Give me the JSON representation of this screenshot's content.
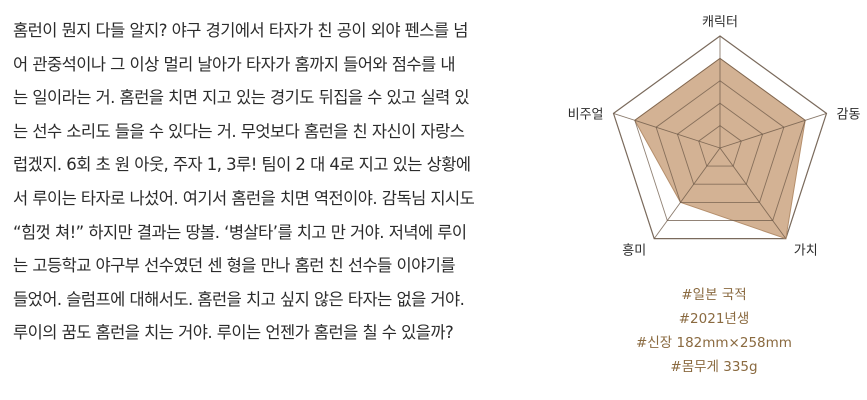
{
  "article": {
    "lines": [
      "홈런이 뭔지 다들 알지? 야구 경기에서 타자가 친 공이 외야 펜스를 넘",
      "어 관중석이나 그 이상 멀리 날아가 타자가 홈까지 들어와 점수를 내",
      "는 일이라는 거. 홈런을 치면 지고 있는 경기도 뒤집을 수 있고 실력 있",
      "는 선수 소리도 들을 수 있다는 거. 무엇보다 홈런을 친 자신이 자랑스",
      "럽겠지. 6회 초 원 아웃, 주자 1, 3루! 팀이 2 대 4로 지고 있는 상황에",
      "서 루이는 타자로 나섰어. 여기서 홈런을 치면 역전이야. 감독님 지시도",
      "“힘껏 쳐!” 하지만 결과는 땅볼. ‘병살타’를 치고 만 거야. 저녁에 루이",
      "는 고등학교 야구부 선수였던 센 형을 만나 홈런 친 선수들 이야기를",
      "들었어. 슬럼프에 대해서도. 홈런을 치고 싶지 않은 타자는 없을 거야.",
      "루이의 꿈도 홈런을 치는 거야. 루이는 언젠가 홈런을 칠 수 있을까?"
    ]
  },
  "chart_data": {
    "type": "radar",
    "categories": [
      "캐릭터",
      "감동",
      "가치",
      "흥미",
      "비주얼"
    ],
    "values": [
      4,
      4,
      5,
      3,
      4
    ],
    "max": 5,
    "levels": 5,
    "fill_color": "#cfab8b",
    "line_color": "#7a6a5c"
  },
  "meta": {
    "items": [
      "#일본 국적",
      "#2021년생",
      "#신장 182mm×258mm",
      "#몸무게 335g"
    ],
    "color": "#8a6a40"
  }
}
